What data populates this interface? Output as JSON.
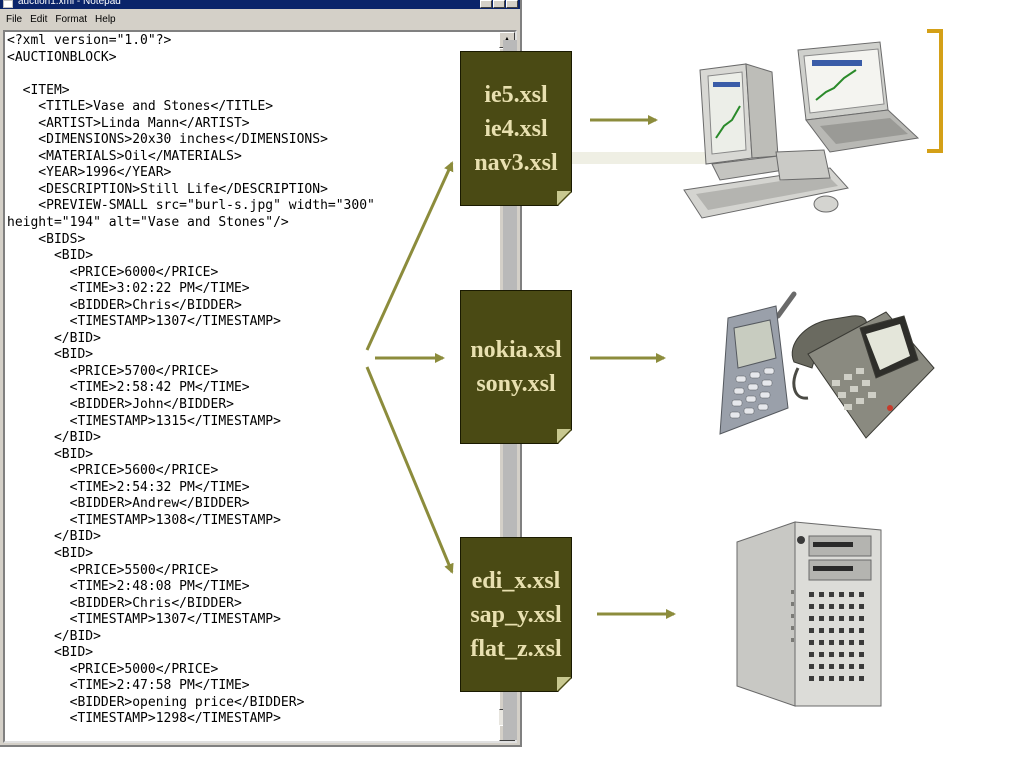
{
  "notepad": {
    "title": "auction1.xml - Notepad",
    "menu": [
      "File",
      "Edit",
      "Format",
      "Help"
    ],
    "code_lines": [
      "<?xml version=\"1.0\"?>",
      "<AUCTIONBLOCK>",
      "",
      "  <ITEM>",
      "    <TITLE>Vase and Stones</TITLE>",
      "    <ARTIST>Linda Mann</ARTIST>",
      "    <DIMENSIONS>20x30 inches</DIMENSIONS>",
      "    <MATERIALS>Oil</MATERIALS>",
      "    <YEAR>1996</YEAR>",
      "    <DESCRIPTION>Still Life</DESCRIPTION>",
      "    <PREVIEW-SMALL src=\"burl-s.jpg\" width=\"300\"",
      "height=\"194\" alt=\"Vase and Stones\"/>",
      "    <BIDS>",
      "      <BID>",
      "        <PRICE>6000</PRICE>",
      "        <TIME>3:02:22 PM</TIME>",
      "        <BIDDER>Chris</BIDDER>",
      "        <TIMESTAMP>1307</TIMESTAMP>",
      "      </BID>",
      "      <BID>",
      "        <PRICE>5700</PRICE>",
      "        <TIME>2:58:42 PM</TIME>",
      "        <BIDDER>John</BIDDER>",
      "        <TIMESTAMP>1315</TIMESTAMP>",
      "      </BID>",
      "      <BID>",
      "        <PRICE>5600</PRICE>",
      "        <TIME>2:54:32 PM</TIME>",
      "        <BIDDER>Andrew</BIDDER>",
      "        <TIMESTAMP>1308</TIMESTAMP>",
      "      </BID>",
      "      <BID>",
      "        <PRICE>5500</PRICE>",
      "        <TIME>2:48:08 PM</TIME>",
      "        <BIDDER>Chris</BIDDER>",
      "        <TIMESTAMP>1307</TIMESTAMP>",
      "      </BID>",
      "      <BID>",
      "        <PRICE>5000</PRICE>",
      "        <TIME>2:47:58 PM</TIME>",
      "        <BIDDER>opening price</BIDDER>",
      "        <TIMESTAMP>1298</TIMESTAMP>"
    ]
  },
  "stylesheets": [
    {
      "label": "ie5.xsl\nie4.xsl\nnav3.xsl",
      "target_icon": "pc-and-laptop-icon"
    },
    {
      "label": "nokia.xsl\nsony.xsl",
      "target_icon": "mobile-and-desk-phone-icon"
    },
    {
      "label": "edi_x.xsl\nsap_y.xsl\nflat_z.xsl",
      "target_icon": "server-tower-icon"
    }
  ],
  "colors": {
    "doc_fill": "#4a4a14",
    "doc_text": "#e8e0b0",
    "arrow": "#8c8c3c",
    "bracket": "#d4a017"
  }
}
